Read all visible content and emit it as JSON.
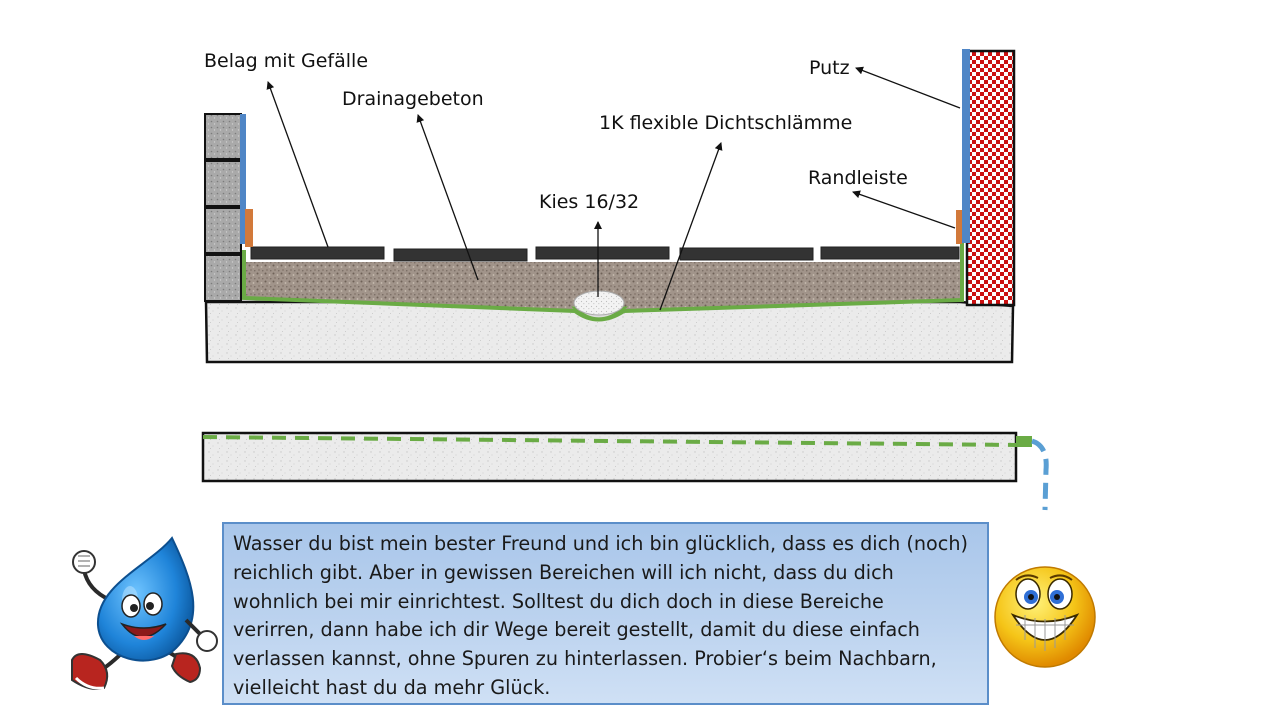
{
  "labels": {
    "belag": "Belag mit Gefälle",
    "drainagebeton": "Drainagebeton",
    "dichtschlaemme": "1K flexible Dichtschlämme",
    "kies": "Kies  16/32",
    "putz": "Putz",
    "randleiste": "Randleiste"
  },
  "message": {
    "text": "Wasser du bist mein bester Freund und ich bin glücklich, dass es dich (noch)\nreichlich  gibt. Aber in gewissen Bereichen will ich nicht, dass du dich\nwohnlich bei mir einrichtest. Solltest du dich doch in diese Bereiche\nverirren, dann habe ich dir Wege bereit gestellt, damit du diese einfach\nverlassen kannst, ohne Spuren zu hinterlassen.  Probier‘s beim Nachbarn,\nvielleicht hast du da mehr Glück."
  },
  "colors": {
    "membrane": "#6aab45",
    "putz": "#4f86c6",
    "randleiste": "#d2793a",
    "brick_check": "#cc1111",
    "tiles": "#333333",
    "water": "#5a9fd4",
    "textbox_bg": "#b3ccec",
    "smiley": "#f5c518"
  },
  "icons": {
    "water_drop": "water-drop-mascot-icon",
    "smiley": "grinning-smiley-icon"
  }
}
